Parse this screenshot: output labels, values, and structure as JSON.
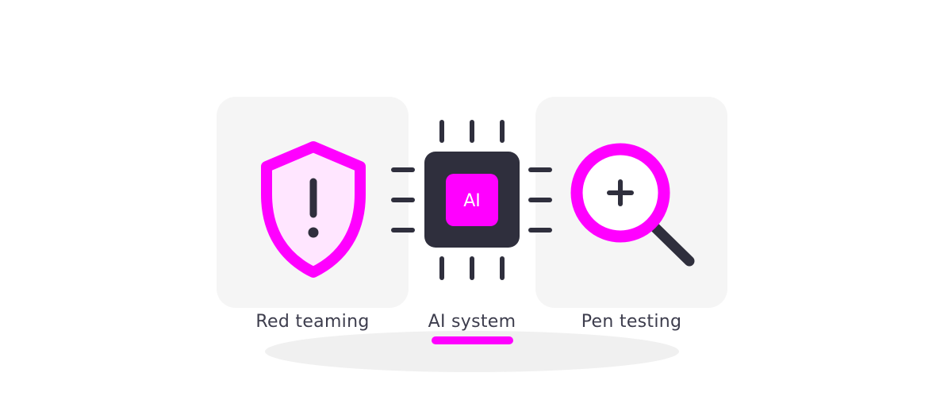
{
  "nodes": [
    {
      "label": "Red teaming",
      "icon": "shield-alert-icon"
    },
    {
      "label": "AI system",
      "icon": "ai-chip-icon",
      "chip_text": "AI",
      "active": true
    },
    {
      "label": "Pen testing",
      "icon": "magnifier-plus-icon"
    }
  ],
  "colors": {
    "accent": "#ff00ff",
    "accent_light": "#ffe6ff",
    "dark": "#2f2f3d",
    "text": "#3d3d4d",
    "card_bg": "#f5f5f5"
  }
}
